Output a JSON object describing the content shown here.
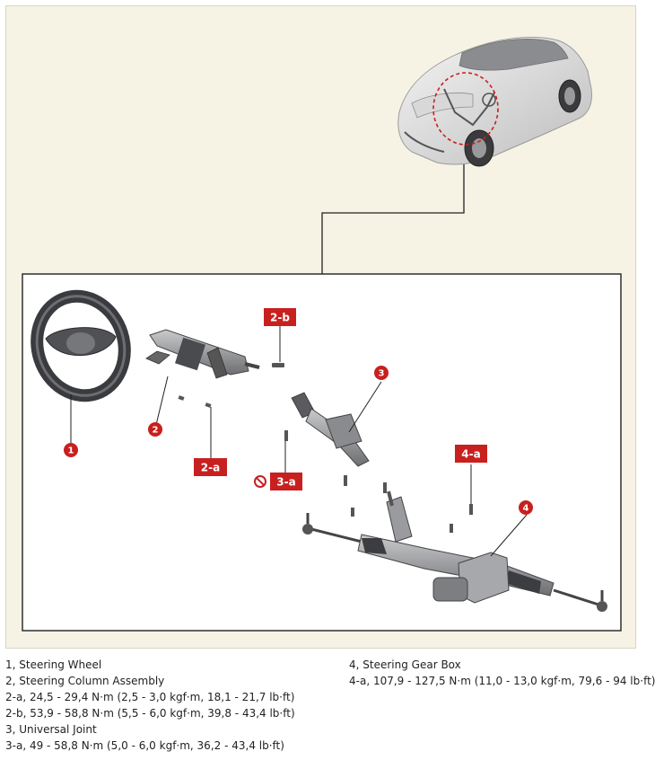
{
  "colors": {
    "background": "#f6f3e5",
    "callout_red": "#c8201f",
    "line": "#222222",
    "part_gray": "#8f9092",
    "part_dark": "#3e3f42"
  },
  "callouts": {
    "c1": "1",
    "c2": "2",
    "c3": "3",
    "c4": "4"
  },
  "tags": {
    "t2b": "2-b",
    "t2a": "2-a",
    "t3a": "3-a",
    "t4a": "4-a"
  },
  "icons": {
    "no_reuse": "no-reuse-icon"
  },
  "legend": {
    "left": [
      "1, Steering Wheel",
      "2, Steering Column Assembly",
      "2-a, 24,5 - 29,4 N·m (2,5 - 3,0 kgf·m, 18,1 - 21,7 lb·ft)",
      "2-b, 53,9 - 58,8 N·m (5,5 - 6,0 kgf·m, 39,8 - 43,4 lb·ft)",
      "3, Universal Joint",
      "3-a, 49 - 58,8 N·m (5,0 - 6,0 kgf·m, 36,2 - 43,4 lb·ft)"
    ],
    "right": [
      "4, Steering Gear Box",
      "4-a, 107,9 - 127,5 N·m (11,0 - 13,0 kgf·m, 79,6 - 94 lb·ft)"
    ]
  }
}
